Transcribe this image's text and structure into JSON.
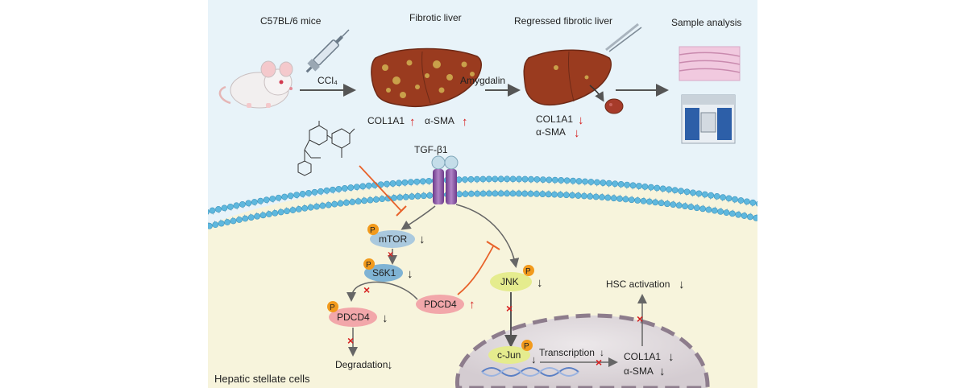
{
  "top": {
    "step1": "C57BL/6 mice",
    "step2": "Fibrotic liver",
    "step3": "Regressed fibrotic liver",
    "step4": "Sample analysis",
    "arrow1": "CCl₄",
    "arrow2": "Amygdalin",
    "fib_col": "COL1A1",
    "fib_col_arrow": "↑",
    "fib_sma": "α-SMA",
    "fib_sma_arrow": "↑",
    "reg_col": "COL1A1",
    "reg_col_arrow": "↓",
    "reg_sma": "α-SMA",
    "reg_sma_arrow": "↓"
  },
  "cell": {
    "tgf": "TGF-β1",
    "p": "P",
    "mtor": "mTOR",
    "mtor_arrow": "↓",
    "s6k1": "S6K1",
    "s6k1_arrow": "↓",
    "pdcd4_p": "PDCD4",
    "pdcd4_p_arrow": "↓",
    "pdcd4": "PDCD4",
    "pdcd4_arrow": "↑",
    "jnk": "JNK",
    "jnk_arrow": "↓",
    "cjun": "c-Jun",
    "cjun_arrow": "↓",
    "transcription": "Transcription",
    "transcription_arrow": "↓",
    "nuc_col": "COL1A1",
    "nuc_col_arrow": "↓",
    "nuc_sma": "α-SMA",
    "nuc_sma_arrow": "↓",
    "hsc": "HSC activation",
    "hsc_arrow": "↓",
    "degradation": "Degradation",
    "degradation_arrow": "↓",
    "cells_label": "Hepatic stellate cells"
  },
  "colors": {
    "sky": "#e8f3f9",
    "cytoplasm": "#f7f4dc",
    "membrane_head": "#5fb8de",
    "receptor": "#8a4fa3",
    "up_arrow": "#d62020",
    "inhibit": "#e8622a",
    "phospho": "#f29a1c",
    "mtor_fill": "#aac9de",
    "pdcd4_fill": "#f2a7aa",
    "jnk_fill": "#e5ec8e",
    "nucleus": "#dcd6da"
  }
}
